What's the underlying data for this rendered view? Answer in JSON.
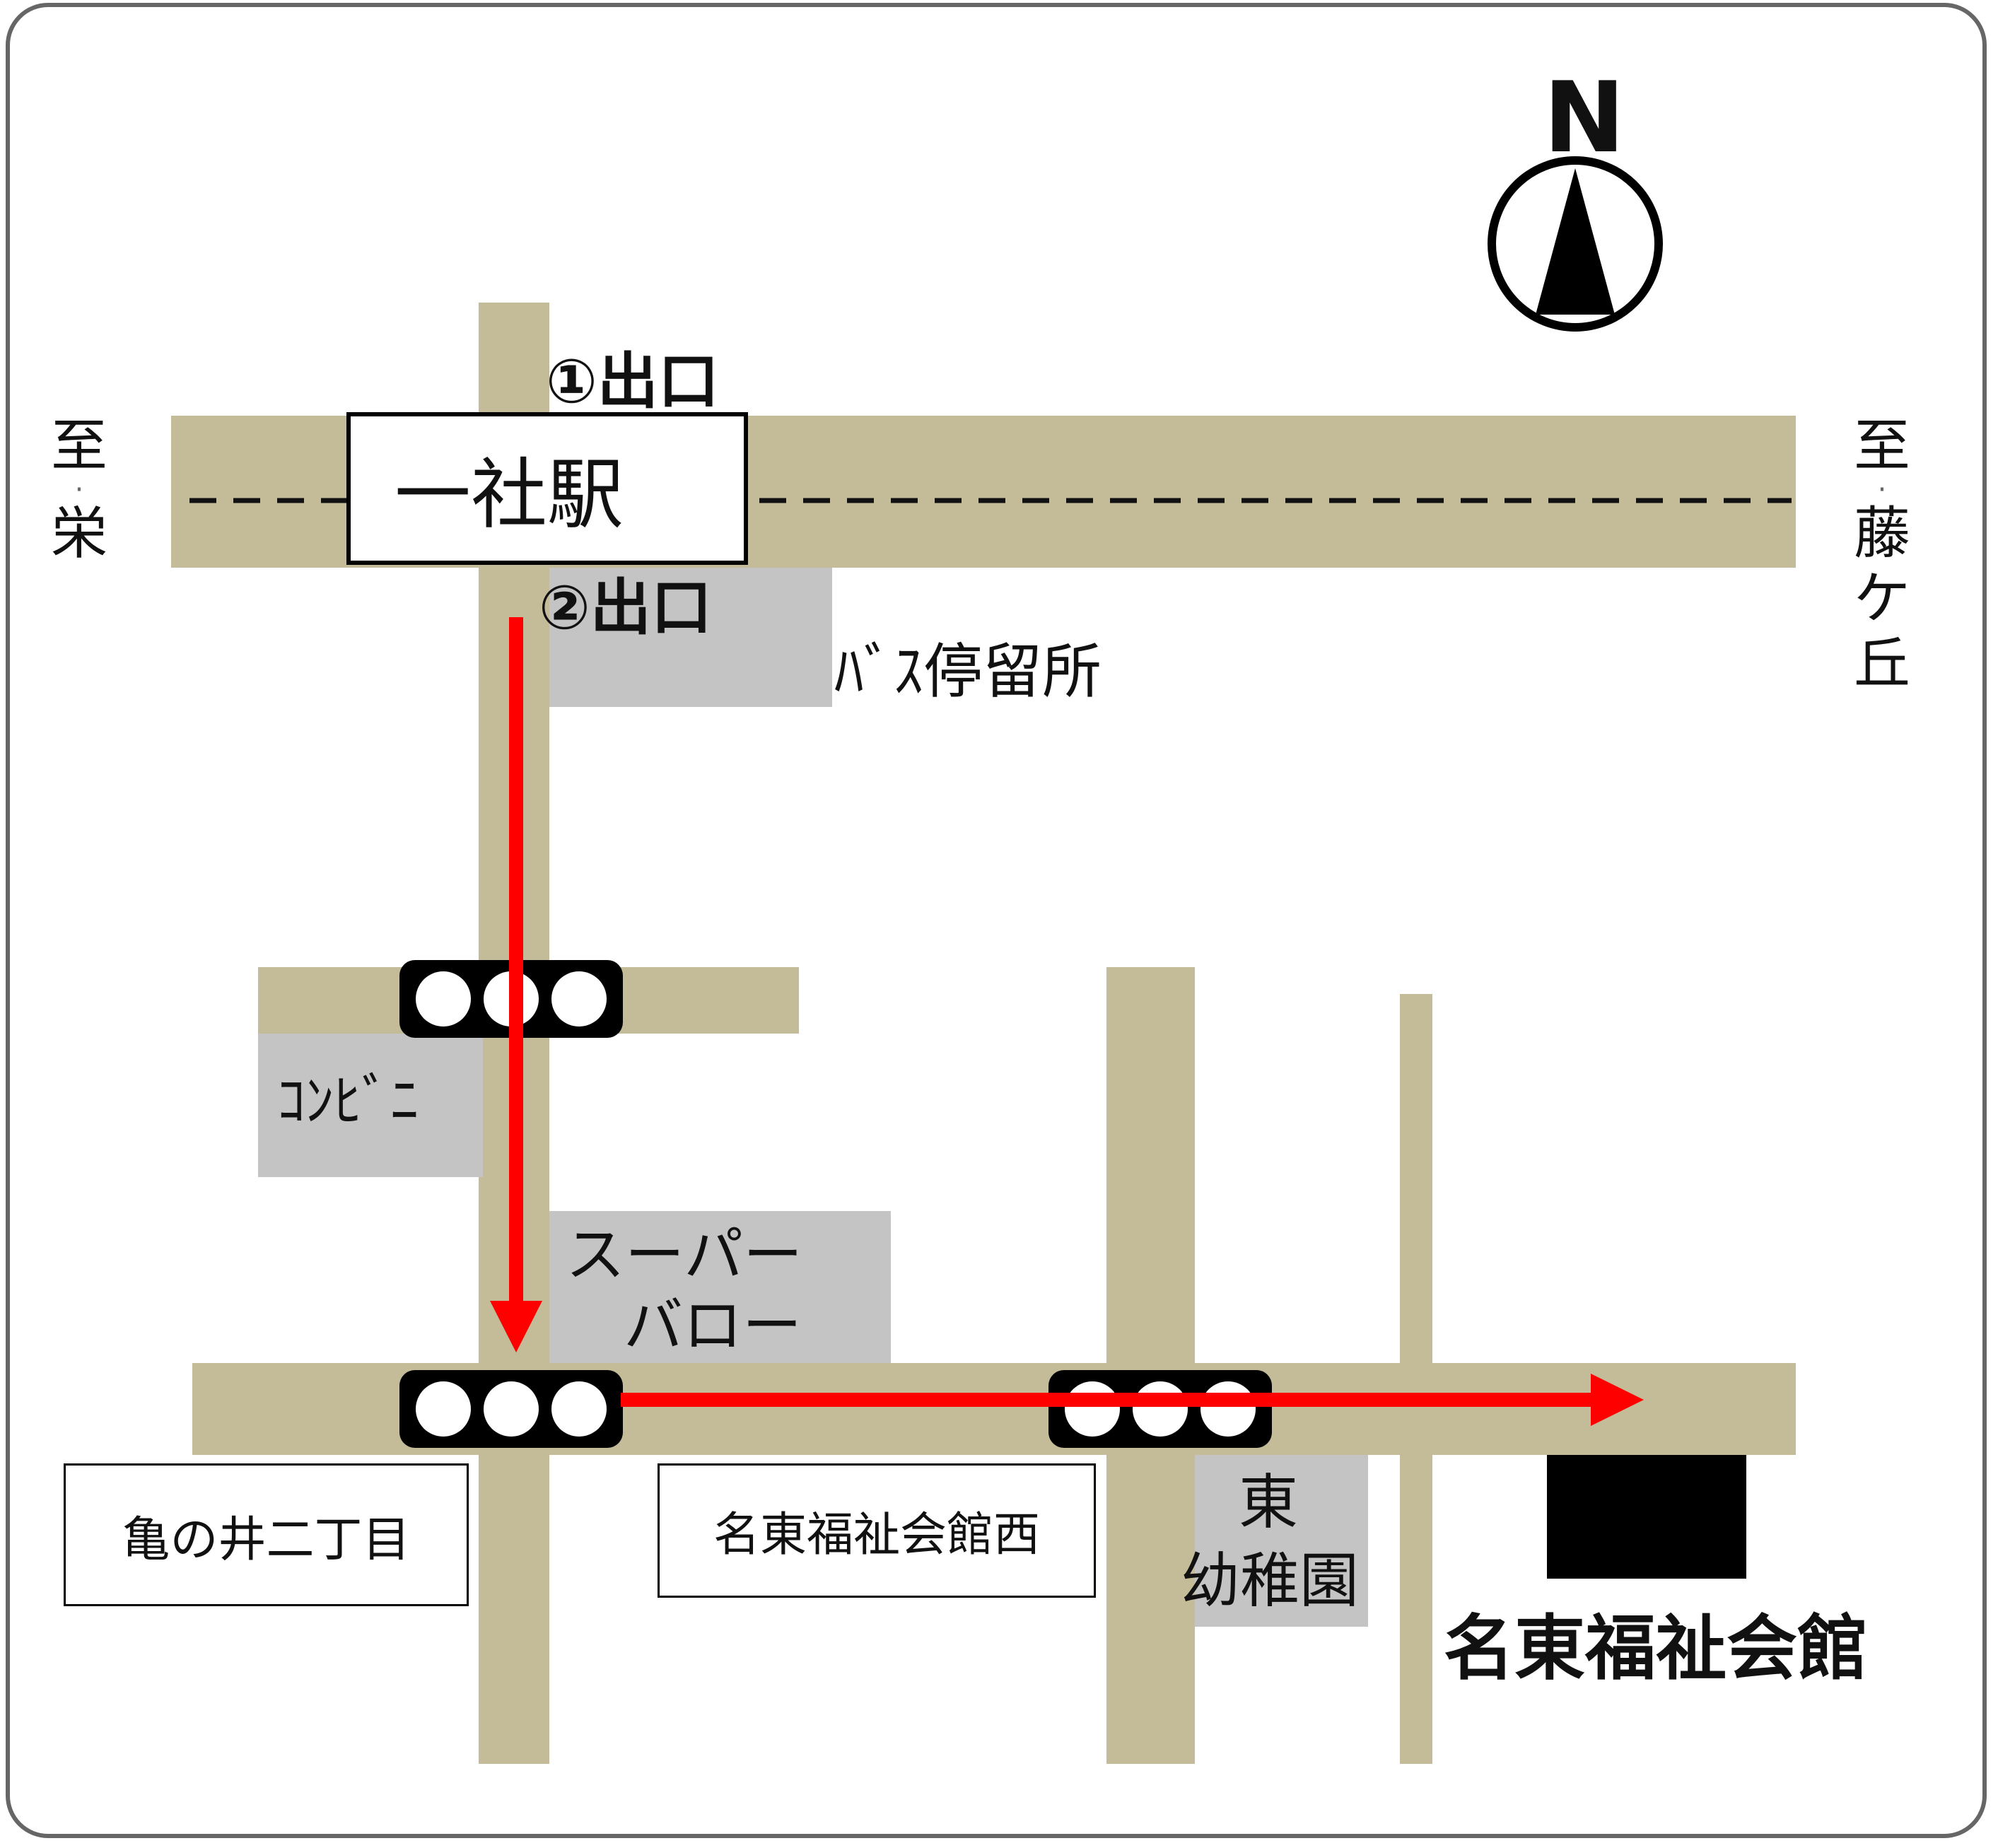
{
  "map": {
    "north_label": "N",
    "direction_west": [
      "至",
      "栄"
    ],
    "direction_east": [
      "至",
      "藤",
      "ケ",
      "丘"
    ],
    "station": "一社駅",
    "exit1": "①出口",
    "exit2": "②出口",
    "bus_stop": "ﾊﾞｽ停留所",
    "convenience_store": "ｺﾝﾋﾞﾆ",
    "supermarket": [
      "スーパー",
      "バロー"
    ],
    "kindergarten": [
      "東",
      "幼稚園"
    ],
    "intersection_1": "亀の井二丁目",
    "intersection_2": "名東福祉会館西",
    "destination": "名東福祉会館",
    "colors": {
      "road": "#c4bc99",
      "building": "#c4c4c4",
      "route": "#ff0000",
      "destination": "#000000"
    }
  }
}
